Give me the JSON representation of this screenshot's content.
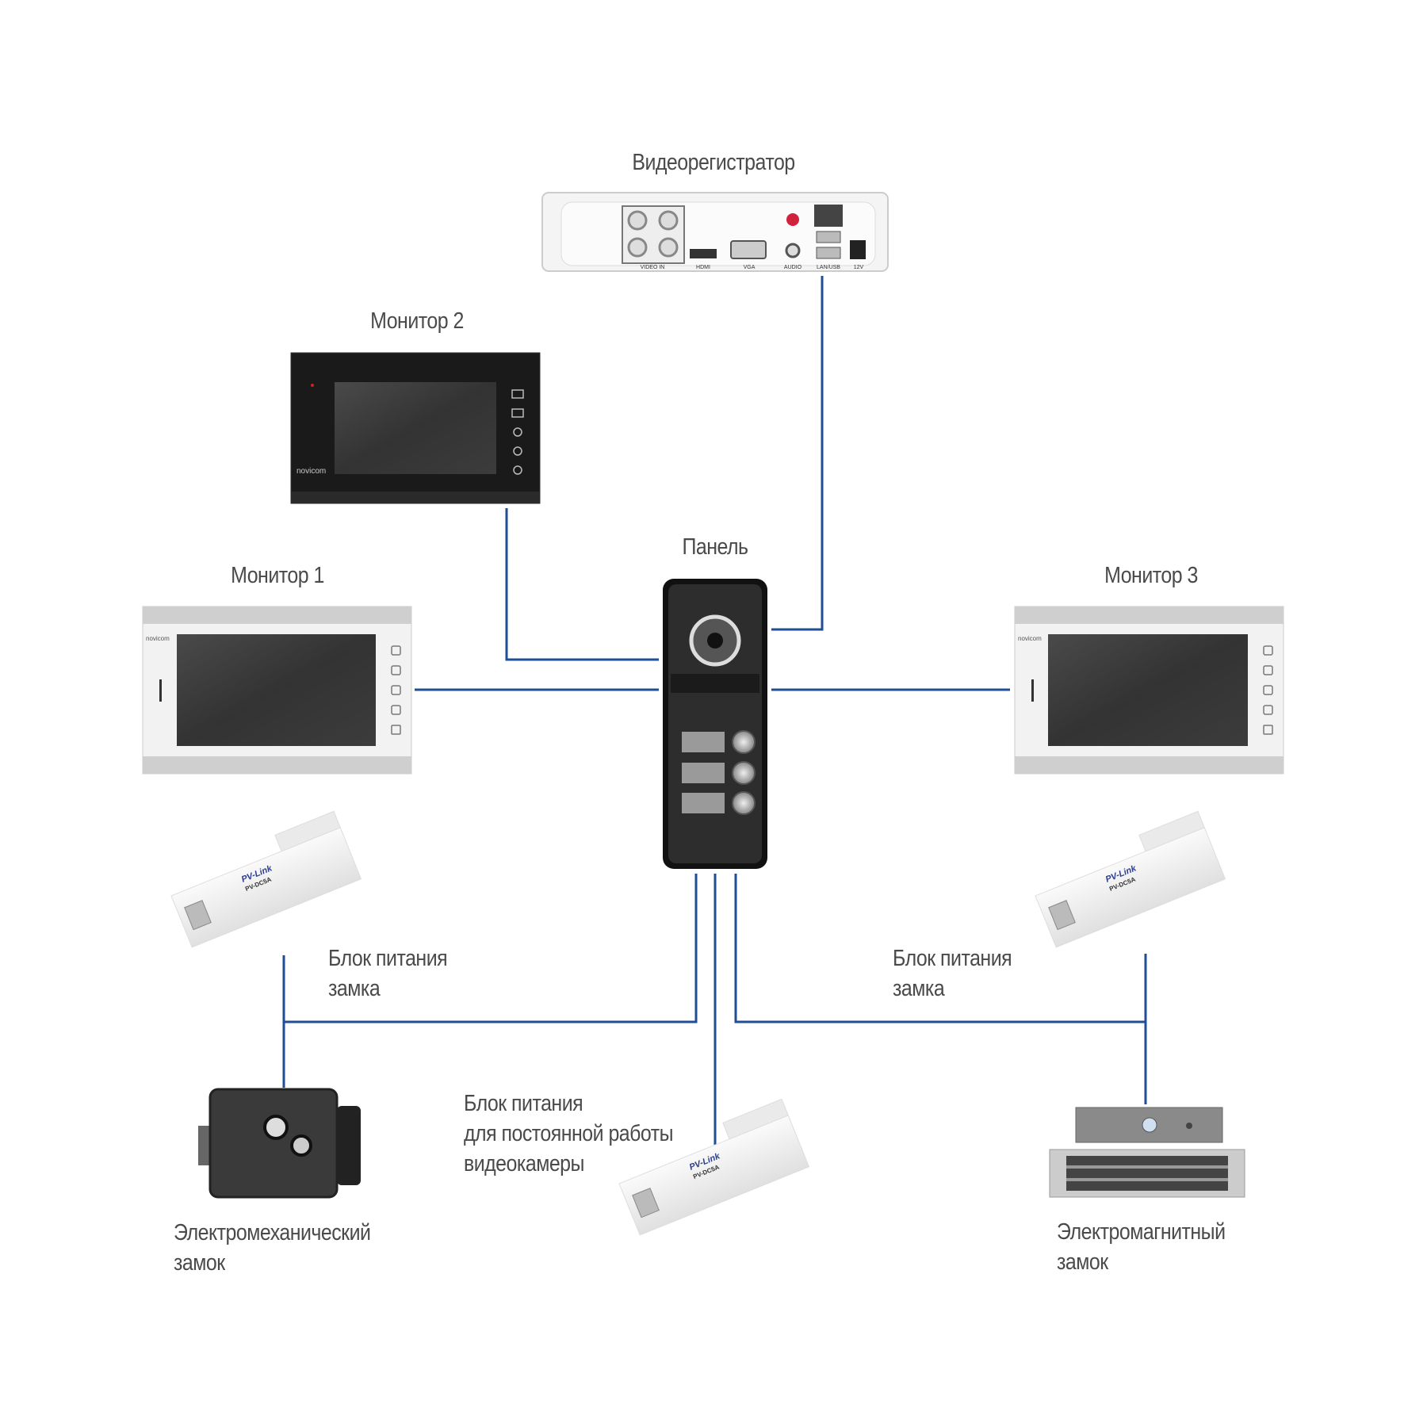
{
  "labels": {
    "dvr": "Видеорегистратор",
    "monitor1": "Монитор 1",
    "monitor2": "Монитор 2",
    "monitor3": "Монитор 3",
    "panel": "Панель",
    "psu_left": [
      "Блок питания",
      "замка"
    ],
    "psu_right": [
      "Блок питания",
      "замка"
    ],
    "psu_camera": [
      "Блок питания",
      "для постоянной работы",
      "видеокамеры"
    ],
    "lock_electromechanical": [
      "Электромеханический",
      "замок"
    ],
    "lock_electromagnetic": [
      "Электромагнитный",
      "замок"
    ]
  },
  "device_markings": {
    "dvr_ports": [
      "VIDEO IN",
      "HDMI",
      "VGA",
      "AUDIO",
      "LAN/USB",
      "12V"
    ],
    "monitor_brand": "novicom",
    "psu_brand": "PV-Link",
    "psu_model": "PV-DC5A"
  },
  "colors": {
    "wire": "#1f4e96",
    "text": "#4a4a4a",
    "panel_body": "#2b2b2b",
    "monitor_white": "#f2f2f2",
    "monitor_black": "#1a1a1a"
  }
}
